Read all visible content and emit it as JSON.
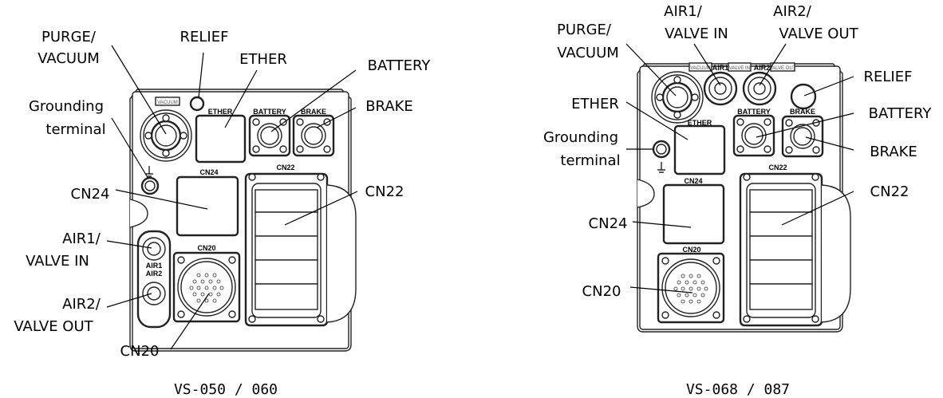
{
  "left_panel": {
    "caption": "VS-050 / 060",
    "callouts": {
      "purge_1": "PURGE/",
      "purge_2": "VACUUM",
      "relief": "RELIEF",
      "ether": "ETHER",
      "battery": "BATTERY",
      "brake": "BRAKE",
      "ground_1": "Grounding",
      "ground_2": "terminal",
      "cn24": "CN24",
      "cn22": "CN22",
      "air1_1": "AIR1/",
      "air1_2": "VALVE IN",
      "air2_1": "AIR2/",
      "air2_2": "VALVE OUT",
      "cn20": "CN20"
    },
    "panel_marks": {
      "vacuum": "VACUUM",
      "ether": "ETHER",
      "battery": "BATTERY",
      "brake": "BRAKE",
      "cn24": "CN24",
      "cn22": "CN22",
      "cn20": "CN20",
      "air1": "AIR1",
      "air2": "AIR2"
    }
  },
  "right_panel": {
    "caption": "VS-068 / 087",
    "callouts": {
      "air1_1": "AIR1/",
      "air1_2": "VALVE IN",
      "air2_1": "AIR2/",
      "air2_2": "VALVE OUT",
      "purge_1": "PURGE/",
      "purge_2": "VACUUM",
      "relief": "RELIEF",
      "ether": "ETHER",
      "battery": "BATTERY",
      "ground_1": "Grounding",
      "ground_2": "terminal",
      "brake": "BRAKE",
      "cn22": "CN22",
      "cn24": "CN24",
      "cn20": "CN20"
    },
    "panel_marks": {
      "vacuum": "VACUUM",
      "air1": "AIR1",
      "valve_in": "VALVE IN",
      "air2": "AIR2",
      "valve_out": "VALVE OUT",
      "ether": "ETHER",
      "battery": "BATTERY",
      "brake": "BRAKE",
      "cn24": "CN24",
      "cn22": "CN22",
      "cn20": "CN20"
    }
  }
}
